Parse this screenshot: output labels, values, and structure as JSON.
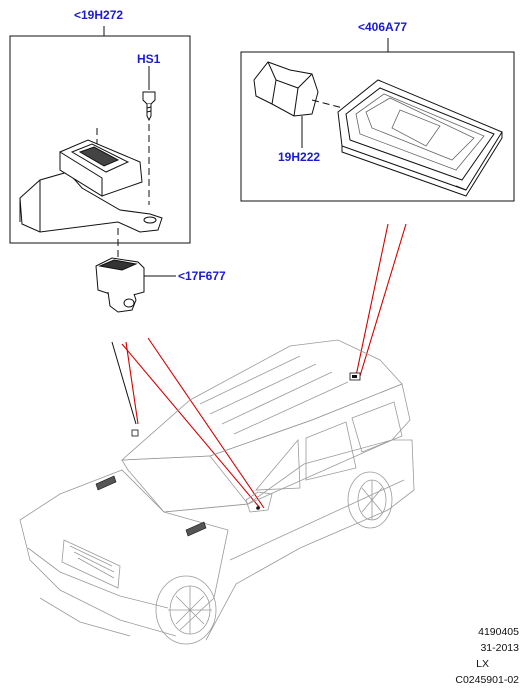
{
  "callouts": {
    "bracket": "<19H272",
    "screw": "HS1",
    "housing": "<406A77",
    "sensor": "19H222",
    "camera": "<17F677"
  },
  "footer": {
    "ref_number": "4190405",
    "date_code": "31-2013",
    "variant": "LX",
    "illustration_code": "C0245901-02"
  },
  "colors": {
    "callout_text": "#1a1ad0",
    "leader_lines": "#d40000",
    "drawing_lines": "#111111",
    "vehicle_lines": "#9a9a9a"
  }
}
